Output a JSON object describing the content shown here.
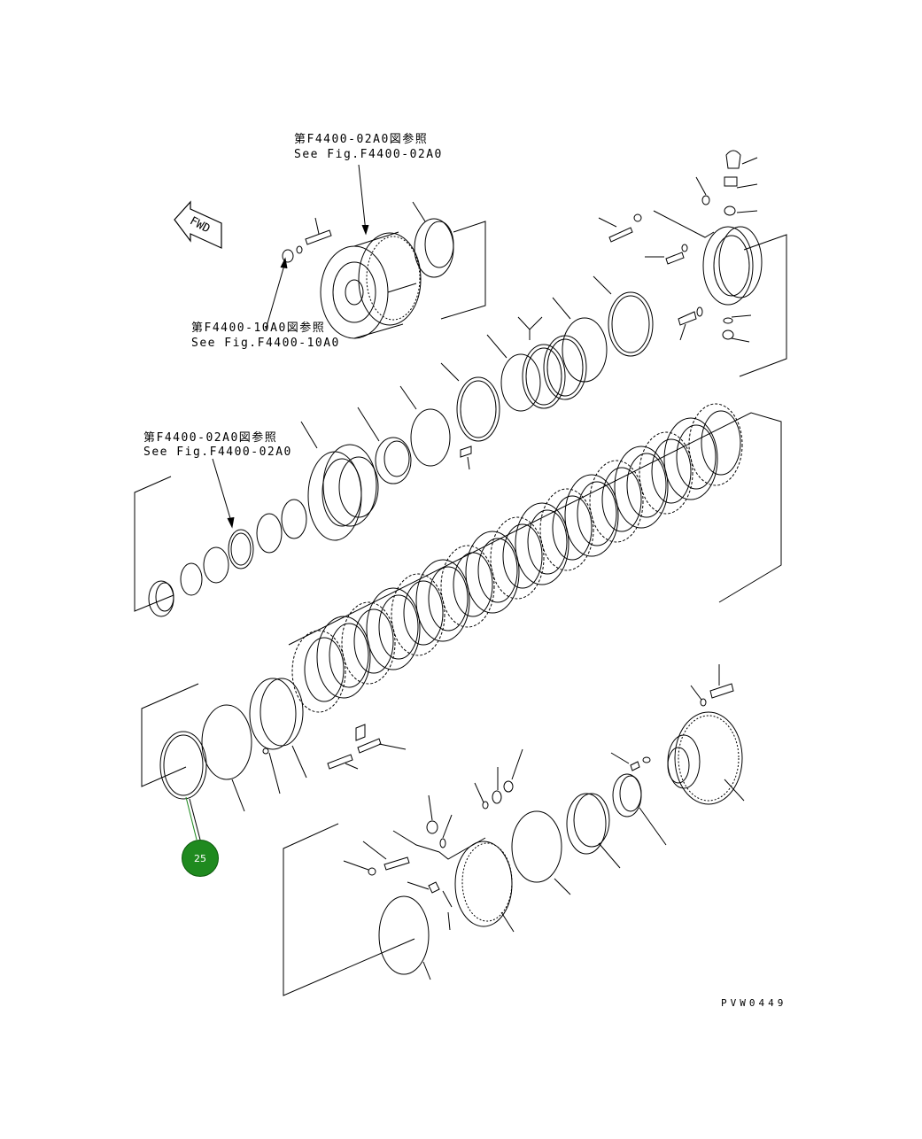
{
  "references": {
    "top_jp": "第F4400-02A0図参照",
    "top_en": "See Fig.F4400-02A0",
    "mid_jp": "第F4400-10A0図参照",
    "mid_en": "See Fig.F4400-10A0",
    "left_jp": "第F4400-02A0図参照",
    "left_en": "See Fig.F4400-02A0"
  },
  "direction_marker": "FWD",
  "callout": {
    "number": "25",
    "color": "#1f8a1f"
  },
  "drawing_number": "PVW0449"
}
